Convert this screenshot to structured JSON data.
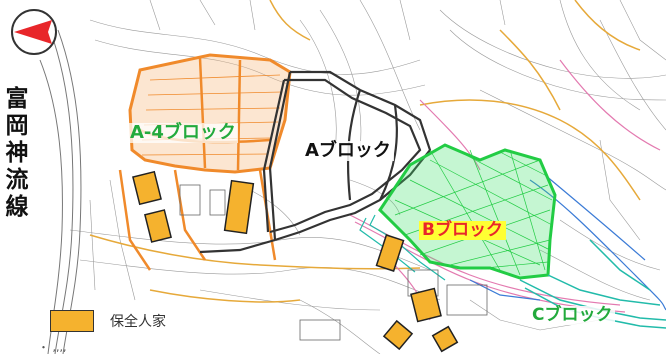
{
  "labels": {
    "block_a4": "A-4ブロック",
    "block_a": "Aブロック",
    "block_b": "Bブロック",
    "block_c": "Cブロック"
  },
  "railway": {
    "chars": [
      "富",
      "岡",
      "神",
      "流",
      "線"
    ]
  },
  "legend": {
    "label": "保全人家"
  },
  "footer": {
    "marks": "・  ,,,,"
  },
  "compass": {
    "icon": "north-arrow-icon",
    "color": "#e8262a"
  },
  "colors": {
    "a4_block": "#f08a2b",
    "a_block": "#333333",
    "b_block": "#22cc44",
    "c_block": "#22bbaa",
    "house": "#f5b22e",
    "road": "#e6a93a",
    "boundary": "#e37ab0",
    "water": "#3b7bd6"
  }
}
